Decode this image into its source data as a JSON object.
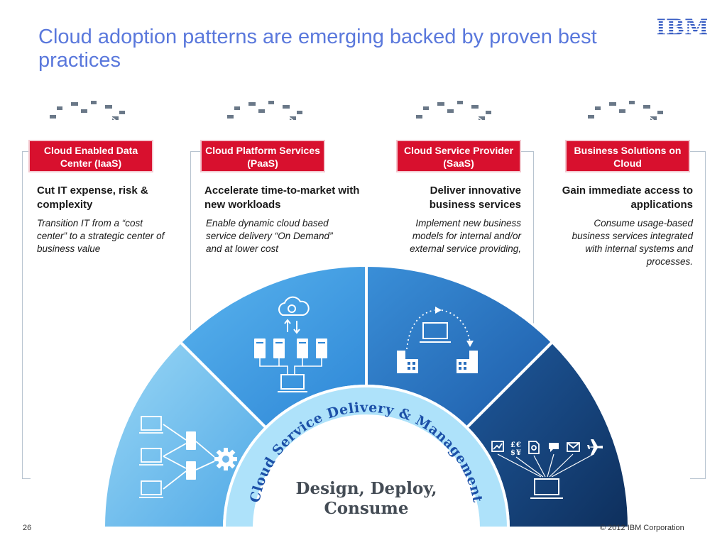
{
  "title": "Cloud adoption patterns are emerging backed by proven best practices",
  "logo": "IBM",
  "columns": [
    {
      "label": "Cloud Enabled Data Center (IaaS)",
      "heading": "Cut IT expense, risk & complexity",
      "description": "Transition IT from a “cost center” to a strategic center of business value"
    },
    {
      "label": "Cloud Platform Services (PaaS)",
      "heading": "Accelerate time-to-market with new workloads",
      "description": "Enable dynamic cloud based service delivery “On Demand” and at lower cost"
    },
    {
      "label": "Cloud Service Provider (SaaS)",
      "heading": "Deliver innovative business services",
      "description": "Implement new business models  for internal and/or external service providing,"
    },
    {
      "label": "Business Solutions on Cloud",
      "heading": "Gain immediate access to applications",
      "description": "Consume usage-based business services integrated with internal systems and processes."
    }
  ],
  "arc_text": "Cloud Service Delivery & Management",
  "center_text": {
    "line1": "Design, Deploy,",
    "line2": "Consume"
  },
  "currency_symbols": [
    "£",
    "€",
    "$",
    "¥"
  ],
  "footer": {
    "page_number": "26",
    "copyright": "© 2012 IBM Corporation"
  },
  "colors": {
    "title": "#5a78dc",
    "label_red": "#d8102e",
    "seg1": "#6fc0ee",
    "seg2": "#3a9ae4",
    "seg3": "#2a6fbd",
    "seg4": "#123e74",
    "inner": "#aee2fa"
  }
}
